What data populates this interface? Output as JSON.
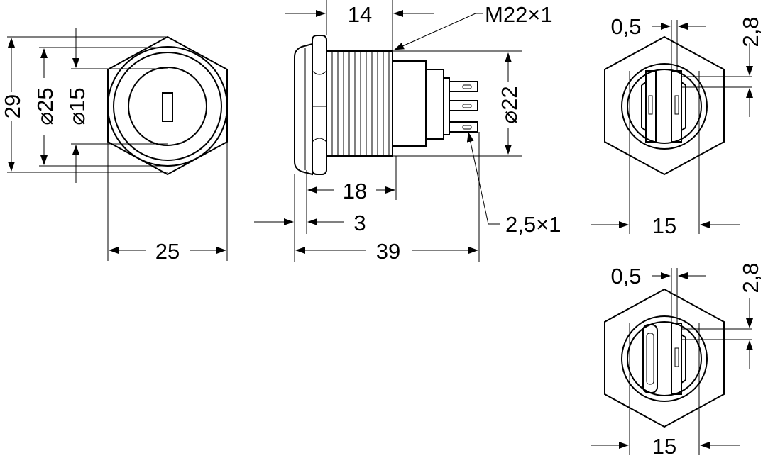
{
  "labels": {
    "hex_height": "29",
    "dia_outer": "⌀25",
    "dia_inner": "⌀15",
    "front_width": "25",
    "thread_length": "14",
    "thread_spec": "M22×1",
    "dia_thread": "⌀22",
    "body_length": "18",
    "flange_thickness": "3",
    "total_length": "39",
    "terminal_size": "2,5×1",
    "rear1_gap": "0,5",
    "rear1_terminal_width": "2,8",
    "rear1_width": "15",
    "rear2_gap": "0,5",
    "rear2_terminal_width": "2,8",
    "rear2_width": "15"
  }
}
